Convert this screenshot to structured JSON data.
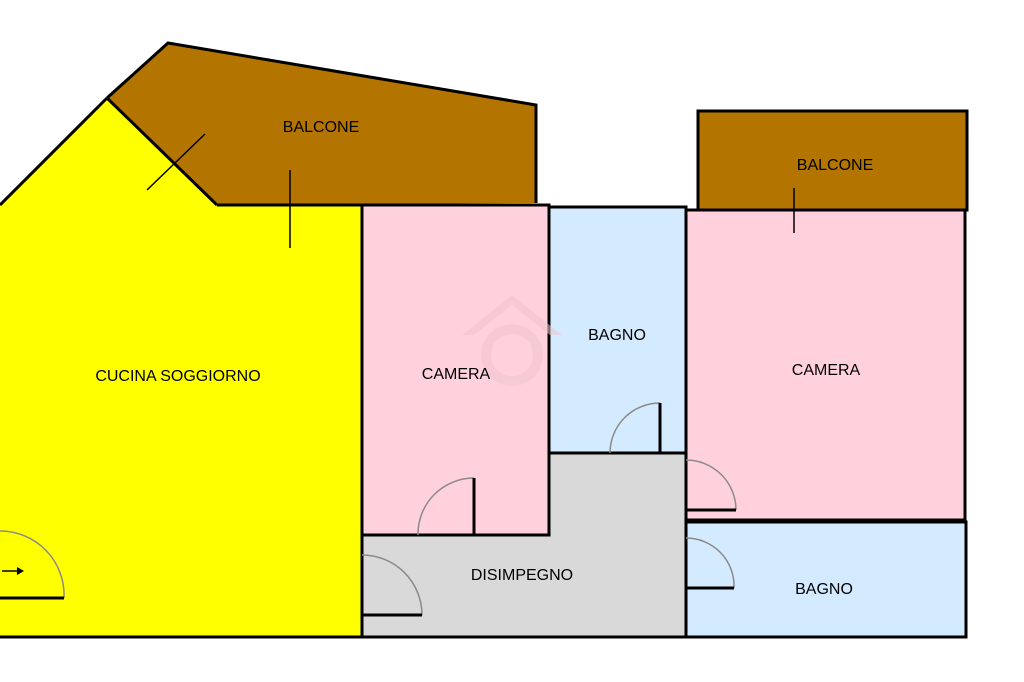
{
  "plan": {
    "colors": {
      "living": "#ffff00",
      "balcony": "#b37400",
      "bedroom": "#ffd1dc",
      "bathroom": "#d4eaff",
      "hall": "#d9d9d9",
      "wall": "#000000",
      "watermark": "#f0c6cf"
    },
    "rooms": {
      "balcony_left": "BALCONE",
      "balcony_right": "BALCONE",
      "living": "CUCINA SOGGIORNO",
      "bedroom_1": "CAMERA",
      "bathroom_1": "BAGNO",
      "bedroom_2": "CAMERA",
      "hall": "DISIMPEGNO",
      "bathroom_2": "BAGNO"
    },
    "watermark_icon": "house-watermark-icon",
    "entrance_icon": "arrow-right-icon"
  }
}
